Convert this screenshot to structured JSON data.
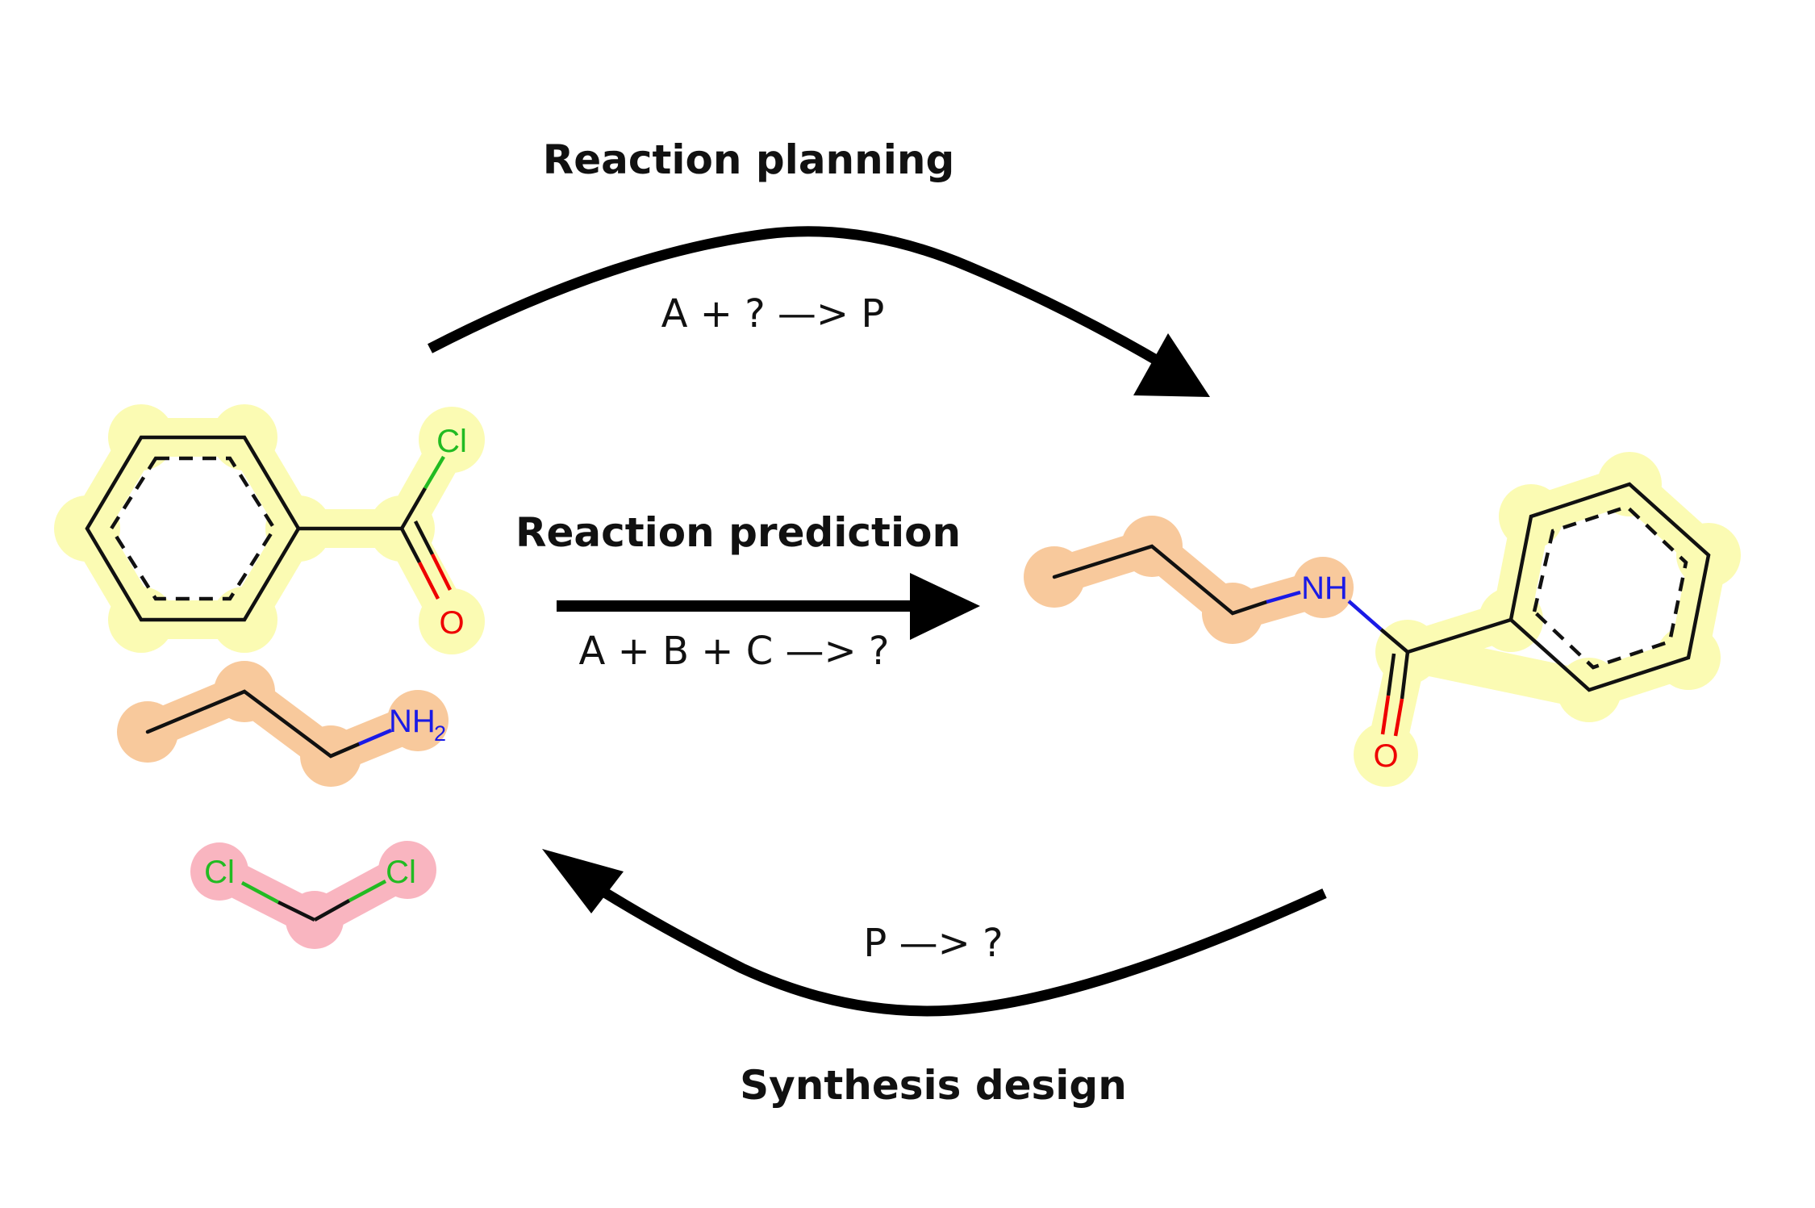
{
  "labels": {
    "planning_title": "Reaction planning",
    "planning_formula": "A + ? —> P",
    "prediction_title": "Reaction prediction",
    "prediction_formula": "A + B + C —> ?",
    "synthesis_title": "Synthesis design",
    "synthesis_formula": "P —> ?"
  },
  "atoms": {
    "chlorine": "Cl",
    "oxygen": "O",
    "nitrogen_amine": "NH",
    "amine_subscript": "2",
    "nitrogen_amide": "NH"
  },
  "colors": {
    "highlight_aromatic": "#fbfbb3",
    "highlight_propyl": "#f8c99c",
    "highlight_dichloromethane": "#f9b5c0",
    "chlorine": "#22bb22",
    "oxygen": "#ee0000",
    "nitrogen": "#1a1ae6",
    "arrow": "#000000"
  }
}
